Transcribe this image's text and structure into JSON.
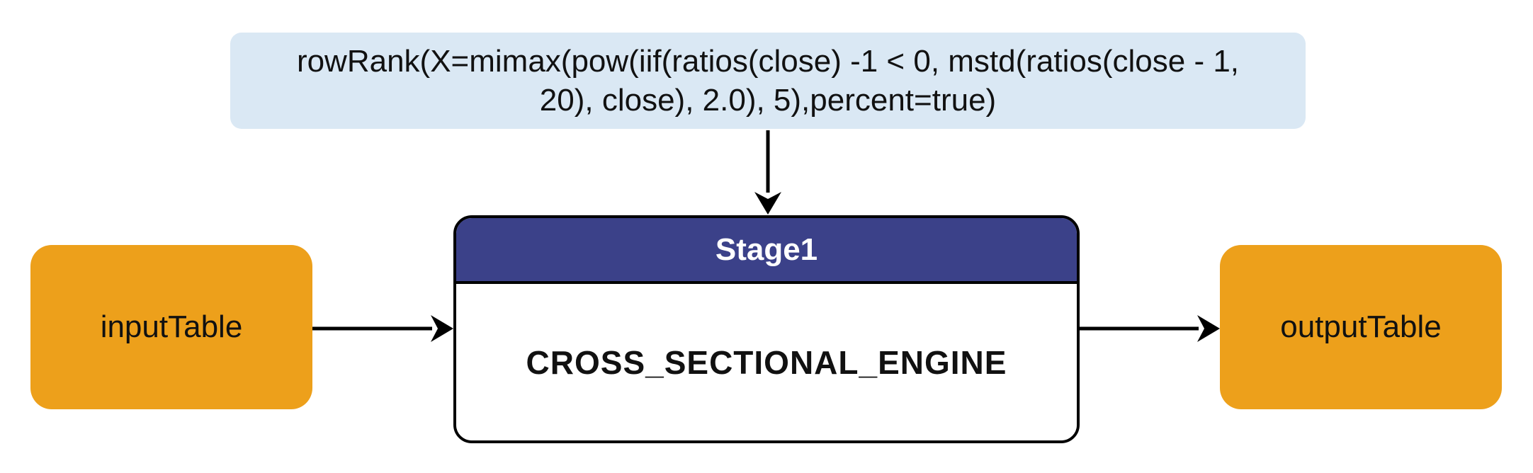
{
  "annotation": {
    "lines": [
      "rowRank(X=mimax(pow(iif(ratios(close) -1 < 0, mstd(ratios(close - 1,",
      "20), close), 2.0), 5),percent=true)"
    ],
    "full_text": "rowRank(X=mimax(pow(iif(ratios(close) -1 < 0, mstd(ratios(close - 1, 20), close), 2.0), 5),percent=true)",
    "bg_color": "#dae8f4"
  },
  "nodes": {
    "input": {
      "label": "inputTable",
      "fill_color": "#eda01b"
    },
    "engine": {
      "header_label": "Stage1",
      "body_label": "CROSS_SECTIONAL_ENGINE",
      "header_color": "#3b4189",
      "header_text_color": "#ffffff",
      "body_color": "#ffffff",
      "border_color": "#000000"
    },
    "output": {
      "label": "outputTable",
      "fill_color": "#eda01b"
    }
  },
  "edges": [
    {
      "from": "annotation-box",
      "to": "engine-node",
      "direction": "down"
    },
    {
      "from": "input-table-node",
      "to": "engine-node",
      "direction": "right"
    },
    {
      "from": "engine-node",
      "to": "output-table-node",
      "direction": "right"
    }
  ],
  "edge_color": "#000000"
}
